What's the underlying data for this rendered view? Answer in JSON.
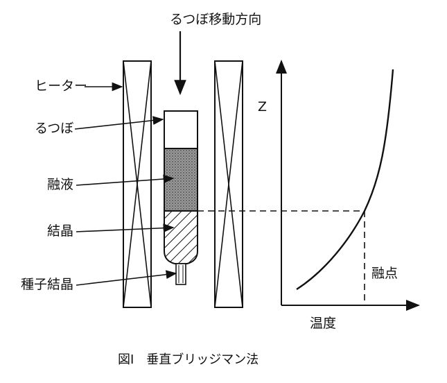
{
  "diagram": {
    "labels": {
      "direction": "るつぼ移動方向",
      "heater": "ヒーター",
      "crucible": "るつぼ",
      "melt": "融液",
      "crystal": "結晶",
      "seed_crystal": "種子結晶",
      "z_axis": "Z",
      "melting_point": "融点",
      "temperature": "温度"
    },
    "caption": "図Ⅰ　垂直ブリッジマン法"
  }
}
